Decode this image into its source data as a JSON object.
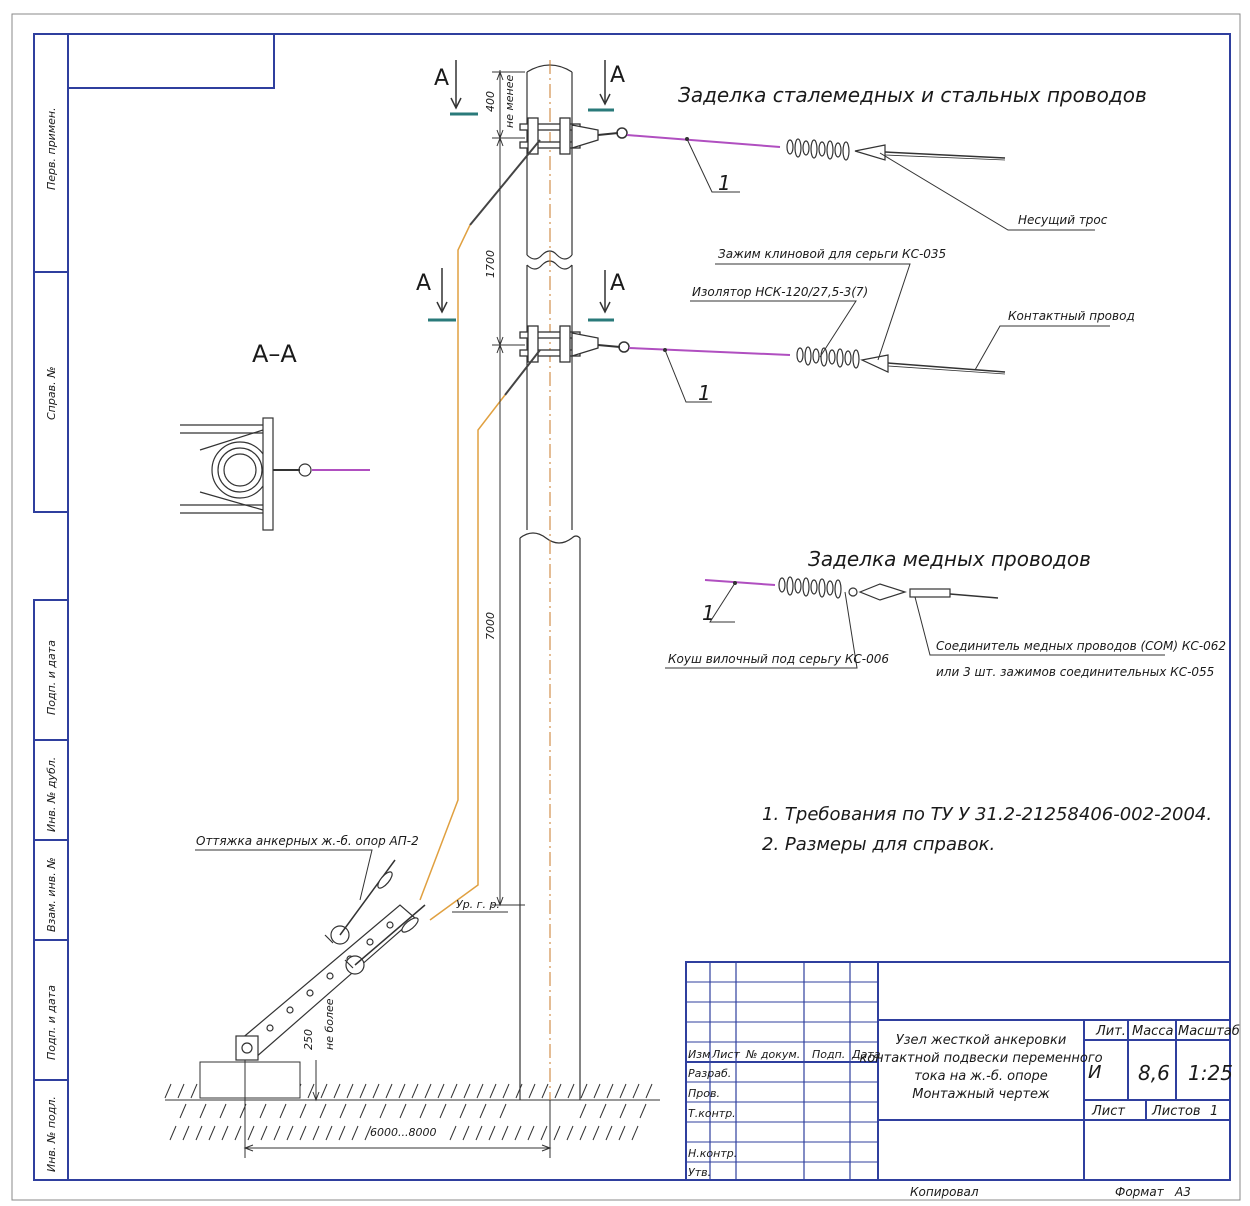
{
  "left_strip": [
    "Перв. примен.",
    "Справ. №",
    "Подп. и дата",
    "Инв. № дубл.",
    "Взам. инв. №",
    "Подп. и дата",
    "Инв. № подл."
  ],
  "section_markers": {
    "letter": "А",
    "title": "А–А"
  },
  "top_title": "Заделка сталемедных и стальных проводов",
  "copper_title": "Заделка медных проводов",
  "labels": {
    "carrier": "Несущий трос",
    "clamp": "Зажим клиновой для серьги КС-035",
    "insulator": "Изолятор НСК-120/27,5-3(7)",
    "contact": "Контактный провод",
    "pos1": "1",
    "fork": "Коуш вилочный под серьгу КС-006",
    "connector_1": "Соединитель медных проводов (СОМ) КС-062",
    "connector_2": "или 3 шт. зажимов соединительных КС-055",
    "guy": "Оттяжка анкерных ж.-б. опор АП-2",
    "ground_level": "Ур. г. р."
  },
  "dimensions": {
    "d400": "400",
    "not_less": "не менее",
    "d1700": "1700",
    "d7000": "7000",
    "d250": "250",
    "not_more": "не более",
    "d_base": "6000...8000"
  },
  "notes": [
    "1. Требования по ТУ У 31.2-21258406-002-2004.",
    "2. Размеры для справок."
  ],
  "title_block": {
    "headers": [
      "Изм",
      "Лист",
      "№ докум.",
      "Подп.",
      "Дата"
    ],
    "roles": [
      "Разраб.",
      "Пров.",
      "Т.контр.",
      "Н.контр.",
      "Утв."
    ],
    "description": [
      "Узел жесткой анкеровки",
      "контактной подвески переменного",
      "тока на ж.-б. опоре",
      "Монтажный чертеж"
    ],
    "lit_label": "Лит.",
    "lit_value": "И",
    "mass_label": "Масса",
    "mass_value": "8,6",
    "scale_label": "Масштаб",
    "scale_value": "1:25",
    "sheet_label": "Лист",
    "sheets_label": "Листов",
    "sheets_value": "1"
  },
  "footer": {
    "copied": "Копировал",
    "format": "Формат",
    "format_value": "А3"
  }
}
